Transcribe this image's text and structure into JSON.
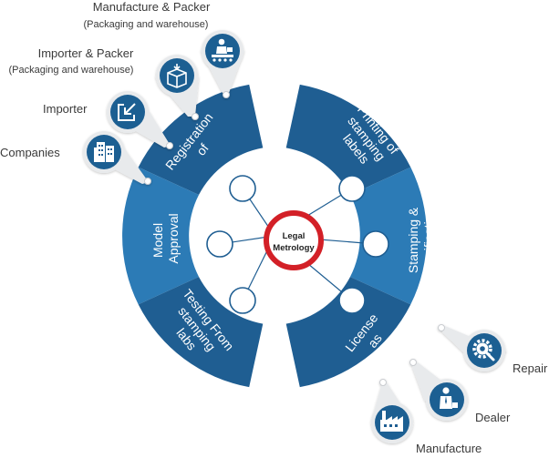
{
  "center": {
    "line1": "Legal",
    "line2": "Metrology"
  },
  "segments": {
    "registration": [
      "Registration",
      "of"
    ],
    "model_approval": [
      "Model",
      "Approval"
    ],
    "testing": [
      "Testing From",
      "stamping",
      "labs"
    ],
    "printing": [
      "Printing of",
      "stamping",
      "labels"
    ],
    "stamping": [
      "Stamping &",
      "Verification"
    ],
    "license": [
      "License",
      "as"
    ]
  },
  "left_items": {
    "manufacture_packer": {
      "label": "Manufacture & Packer",
      "sub": "(Packaging and warehouse)",
      "icon": "factory-worker-icon"
    },
    "importer_packer": {
      "label": "Importer & Packer",
      "sub": "(Packaging and warehouse)",
      "icon": "package-box-icon"
    },
    "importer": {
      "label": "Importer",
      "icon": "import-arrow-icon"
    },
    "companies": {
      "label": "Companies",
      "icon": "buildings-icon"
    }
  },
  "right_items": {
    "repair": {
      "label": "Repair",
      "icon": "gear-wrench-icon"
    },
    "dealer": {
      "label": "Dealer",
      "icon": "businessman-icon"
    },
    "manufacture": {
      "label": "Manufacture",
      "icon": "factory-icon"
    }
  },
  "colors": {
    "dark_blue": "#1f5e92",
    "mid_blue": "#2c7bb6",
    "accent_red": "#d32027",
    "pin_grey": "#e8eaec"
  }
}
